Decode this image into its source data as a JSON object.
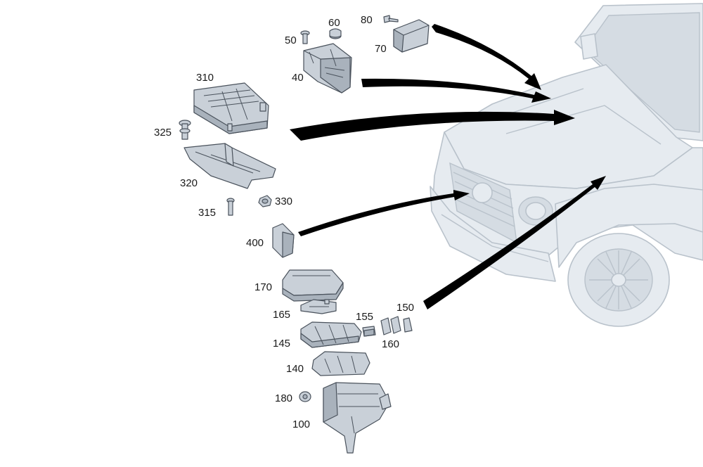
{
  "parts": {
    "p80": "80",
    "p60": "60",
    "p50": "50",
    "p70": "70",
    "p40": "40",
    "p310": "310",
    "p325": "325",
    "p320": "320",
    "p330": "330",
    "p315": "315",
    "p400": "400",
    "p170": "170",
    "p165": "165",
    "p155": "155",
    "p150": "150",
    "p160": "160",
    "p145": "145",
    "p140": "140",
    "p180": "180",
    "p100": "100"
  },
  "colors": {
    "part_fill": "#c9d0d8",
    "part_stroke": "#4a525c",
    "vehicle_fill": "#e6ebf0",
    "arrow": "#000000"
  }
}
